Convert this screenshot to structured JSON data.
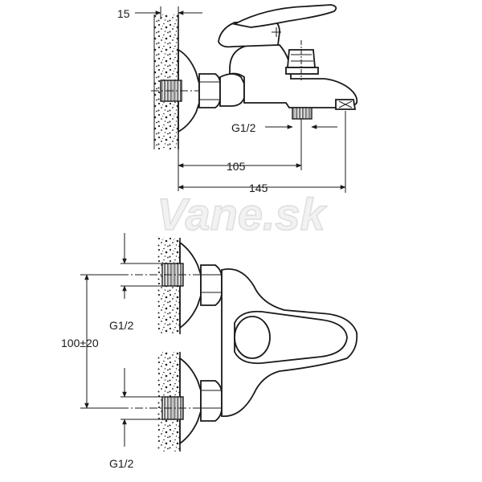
{
  "watermark": "Vane.sk",
  "side_view": {
    "dim_wall_offset": "15",
    "dim_outlet_thread": "G1/2",
    "dim_to_outlet": "105",
    "dim_overall_length": "145"
  },
  "top_view": {
    "dim_inlet_thread_upper": "G1/2",
    "dim_inlet_spacing": "100±20",
    "dim_inlet_thread_lower": "G1/2"
  }
}
